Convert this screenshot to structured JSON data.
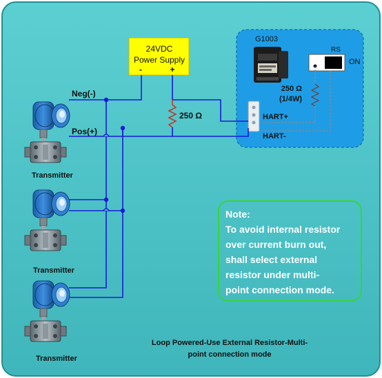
{
  "diagram": {
    "power_supply": {
      "line1": "24VDC",
      "line2": "Power Supply",
      "minus": "-",
      "plus": "+"
    },
    "wire_labels": {
      "neg": "Neg(-)",
      "pos": "Pos(+)"
    },
    "external_resistor": "250 Ω",
    "module": {
      "model": "G1003",
      "switch_label": "RS",
      "switch_state": "ON",
      "resistor_value": "250 Ω",
      "resistor_rating": "(1/4W)",
      "hart_plus": "HART+",
      "hart_minus": "HART-"
    },
    "transmitters": [
      {
        "label": "Transmitter"
      },
      {
        "label": "Transmitter"
      },
      {
        "label": "Transmitter"
      }
    ],
    "note": {
      "title": "Note:",
      "lines": [
        "To avoid internal resistor",
        "over current burn out,",
        "shall select external",
        "resistor under multi-",
        "point connection mode."
      ]
    },
    "caption": {
      "line1": "Loop Powered-Use External Resistor-Multi-",
      "line2": "point connection mode"
    }
  },
  "colors": {
    "background": "#4fc3c7",
    "frame": "#1f8f93",
    "module_panel": "#1e9de6",
    "wire": "#1a1ad6",
    "power_supply": "#ffff00",
    "note_border": "#39d43a",
    "dashed_wire": "#8a8a8a",
    "resistor": "#c0392b"
  }
}
